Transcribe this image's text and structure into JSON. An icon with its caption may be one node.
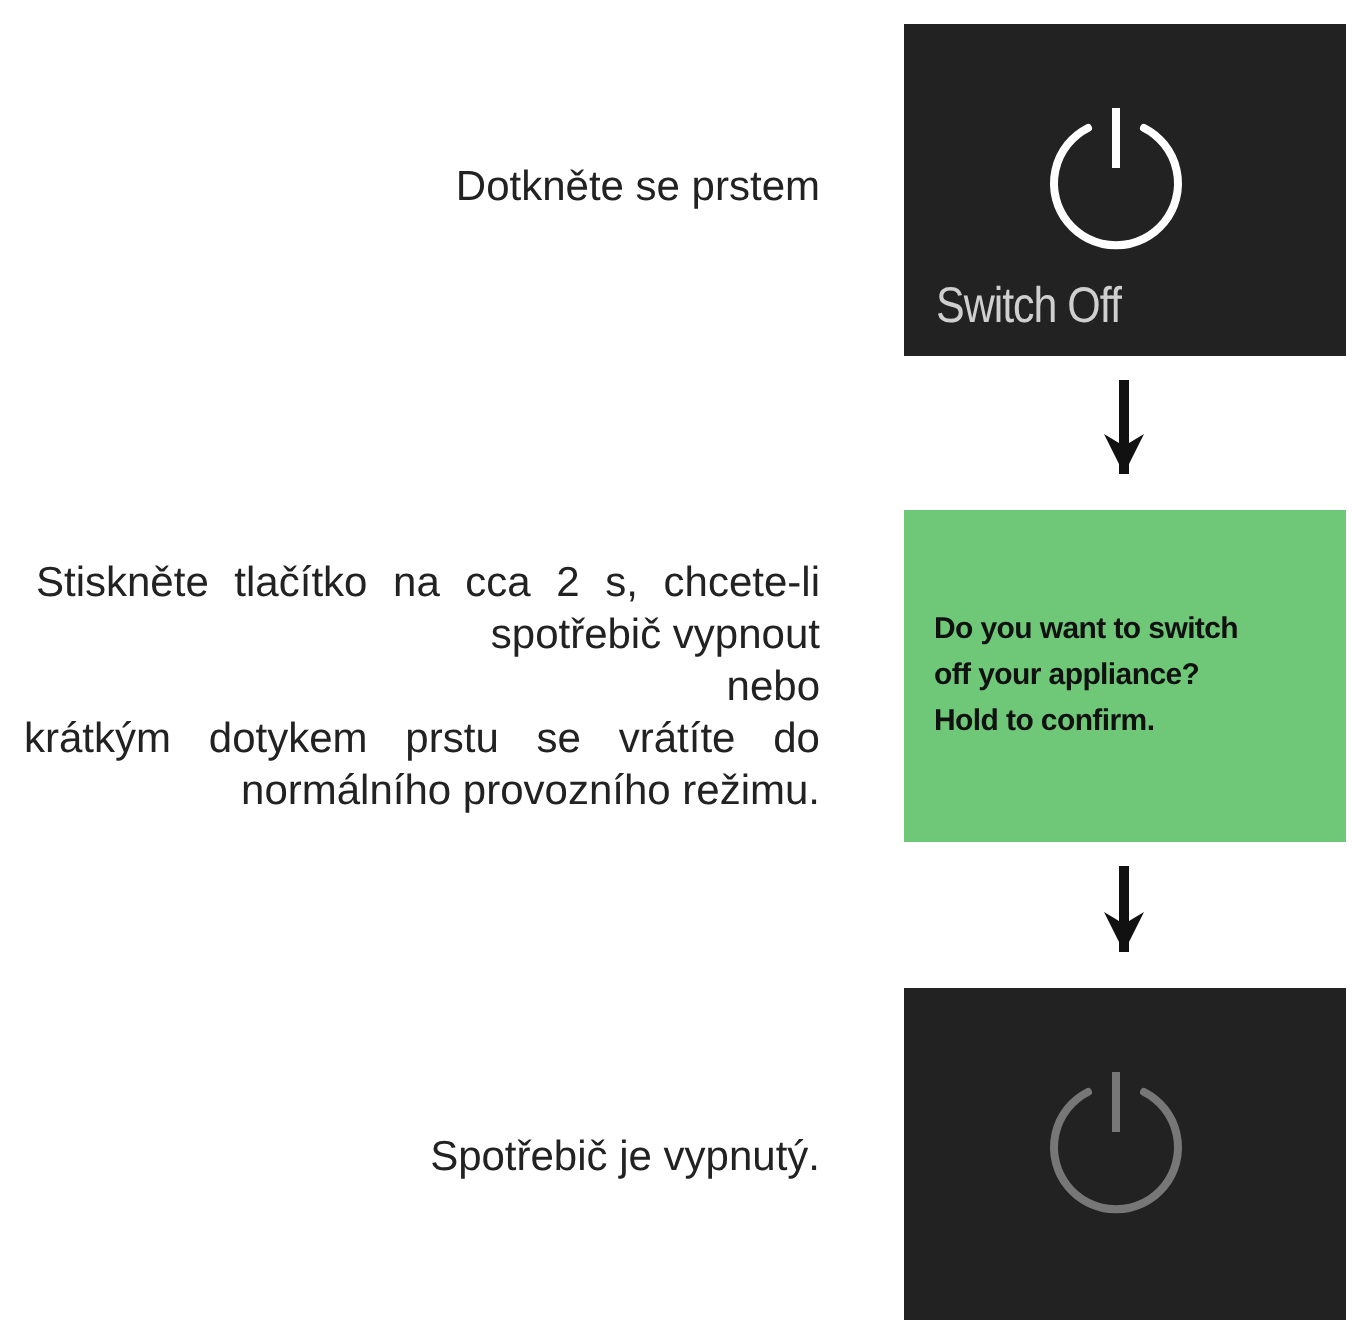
{
  "diagram": {
    "nodes": [
      {
        "text": [
          "Switch Off"
        ],
        "beside": [
          "Dotkněte se prstem"
        ]
      },
      {
        "text": [
          "Do you want to switch off your appliance? Hold to confirm."
        ],
        "beside": [
          "Stiskněte tlačítko na cca 2 s, chcete-li spotřebič vypnout",
          "nebo",
          "krátkým dotykem prstu se vrátíte do normálního provozního režimu."
        ]
      },
      {
        "text": [],
        "shape": "box",
        "beside": [
          "Spotřebič je vypnutý."
        ]
      }
    ],
    "edges": [
      {
        "from": 0,
        "to": 1,
        "arrow": "to"
      },
      {
        "from": 1,
        "to": 2,
        "arrow": "to"
      }
    ]
  }
}
